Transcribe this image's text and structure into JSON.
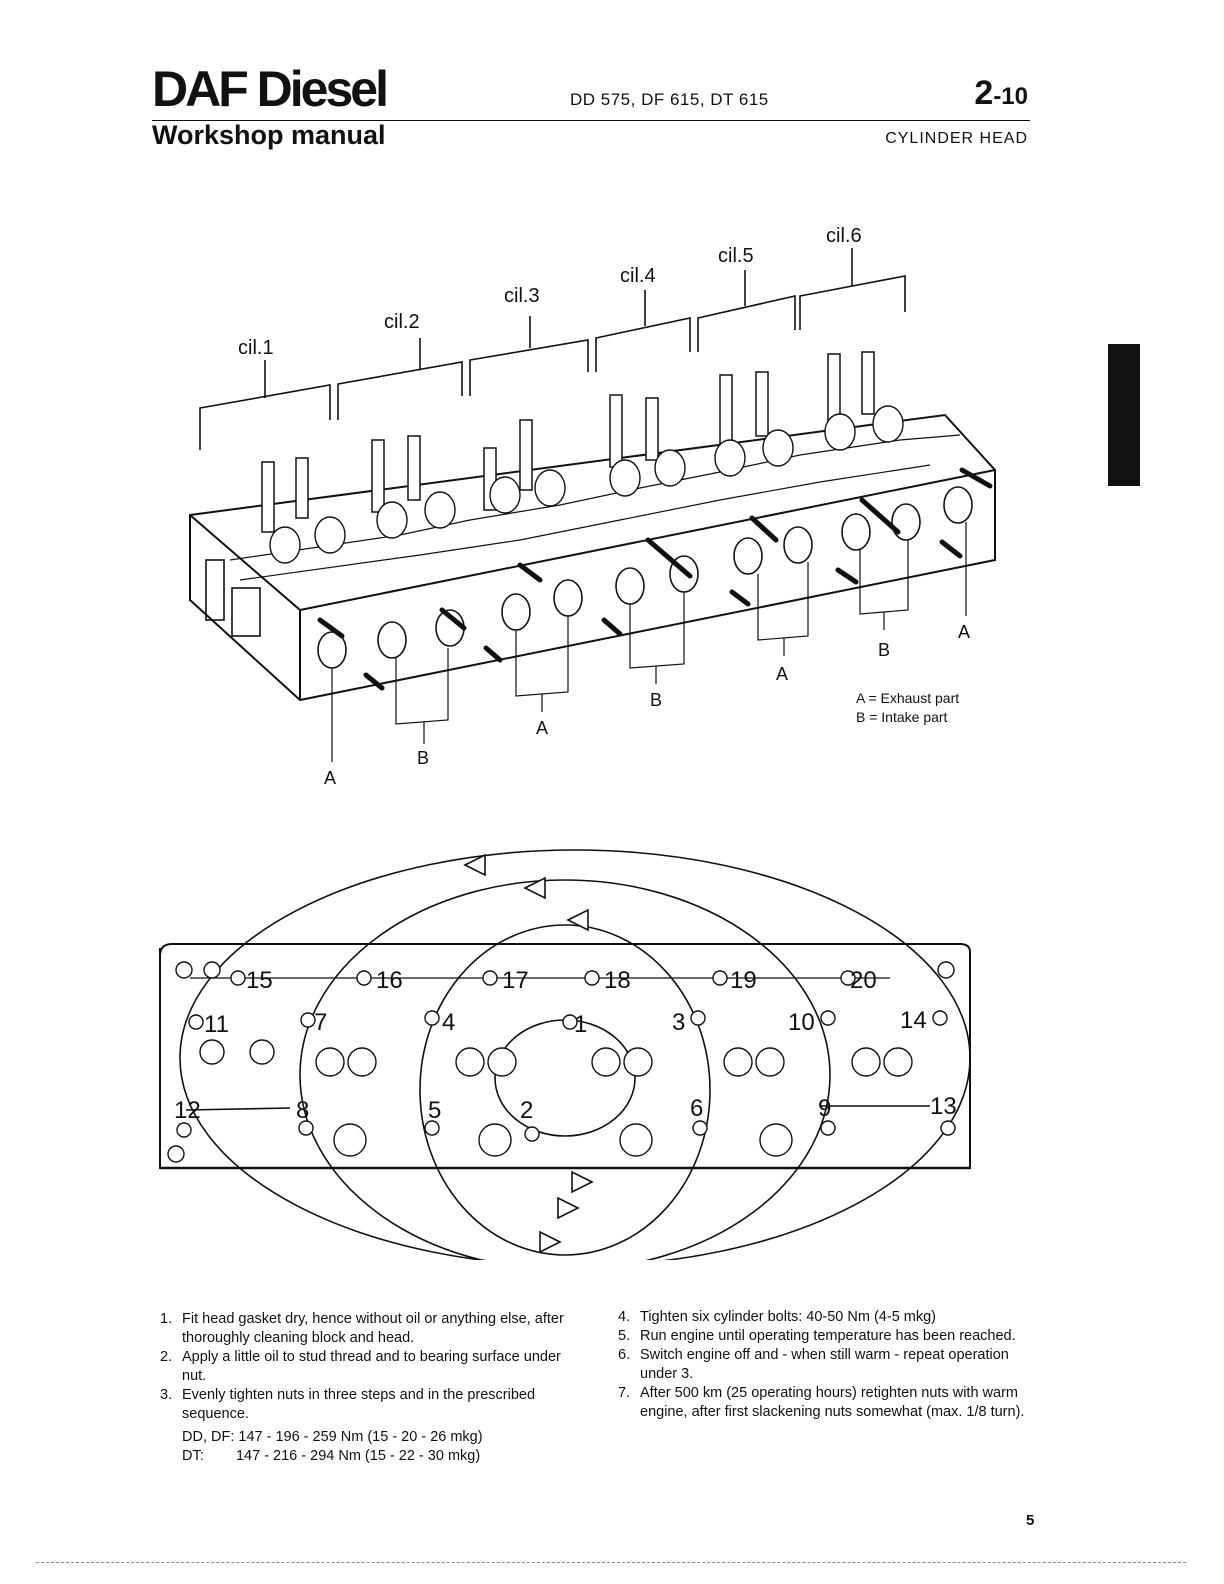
{
  "header": {
    "brand": "DAF Diesel",
    "subtitle": "Workshop manual",
    "models": "DD 575, DF 615, DT 615",
    "page_code_main": "2",
    "page_code_sub": "-10",
    "section": "CYLINDER HEAD"
  },
  "figure1": {
    "cylinders": [
      "cil.1",
      "cil.2",
      "cil.3",
      "cil.4",
      "cil.5",
      "cil.6"
    ],
    "port_labels": [
      "A",
      "B",
      "A",
      "B",
      "A",
      "B",
      "A"
    ],
    "legend_a": "A = Exhaust part",
    "legend_b": "B = Intake part"
  },
  "figure2": {
    "bolt_numbers": [
      "1",
      "2",
      "3",
      "4",
      "5",
      "6",
      "7",
      "8",
      "9",
      "10",
      "11",
      "12",
      "13",
      "14",
      "15",
      "16",
      "17",
      "18",
      "19",
      "20"
    ]
  },
  "instructions": {
    "left": [
      {
        "num": "1.",
        "text": "Fit head gasket dry, hence without oil or anything else, after thoroughly cleaning block and head."
      },
      {
        "num": "2.",
        "text": "Apply a little oil to stud thread and to bearing surface under nut."
      },
      {
        "num": "3.",
        "text": "Evenly tighten nuts in three steps and in the prescribed sequence."
      }
    ],
    "torque_dd_df": "DD, DF: 147 - 196 - 259 Nm (15 - 20 - 26 mkg)",
    "torque_dt": "DT:        147 - 216 - 294 Nm (15 - 22 - 30 mkg)",
    "right": [
      {
        "num": "4.",
        "text": "Tighten six cylinder bolts: 40-50 Nm (4-5 mkg)"
      },
      {
        "num": "5.",
        "text": "Run engine until operating temperature has been reached."
      },
      {
        "num": "6.",
        "text": "Switch engine off and - when still warm - repeat operation under 3."
      },
      {
        "num": "7.",
        "text": "After 500 km (25 operating hours) retighten nuts with warm engine, after first slackening nuts somewhat (max. 1/8 turn)."
      }
    ]
  },
  "page_number": "5"
}
